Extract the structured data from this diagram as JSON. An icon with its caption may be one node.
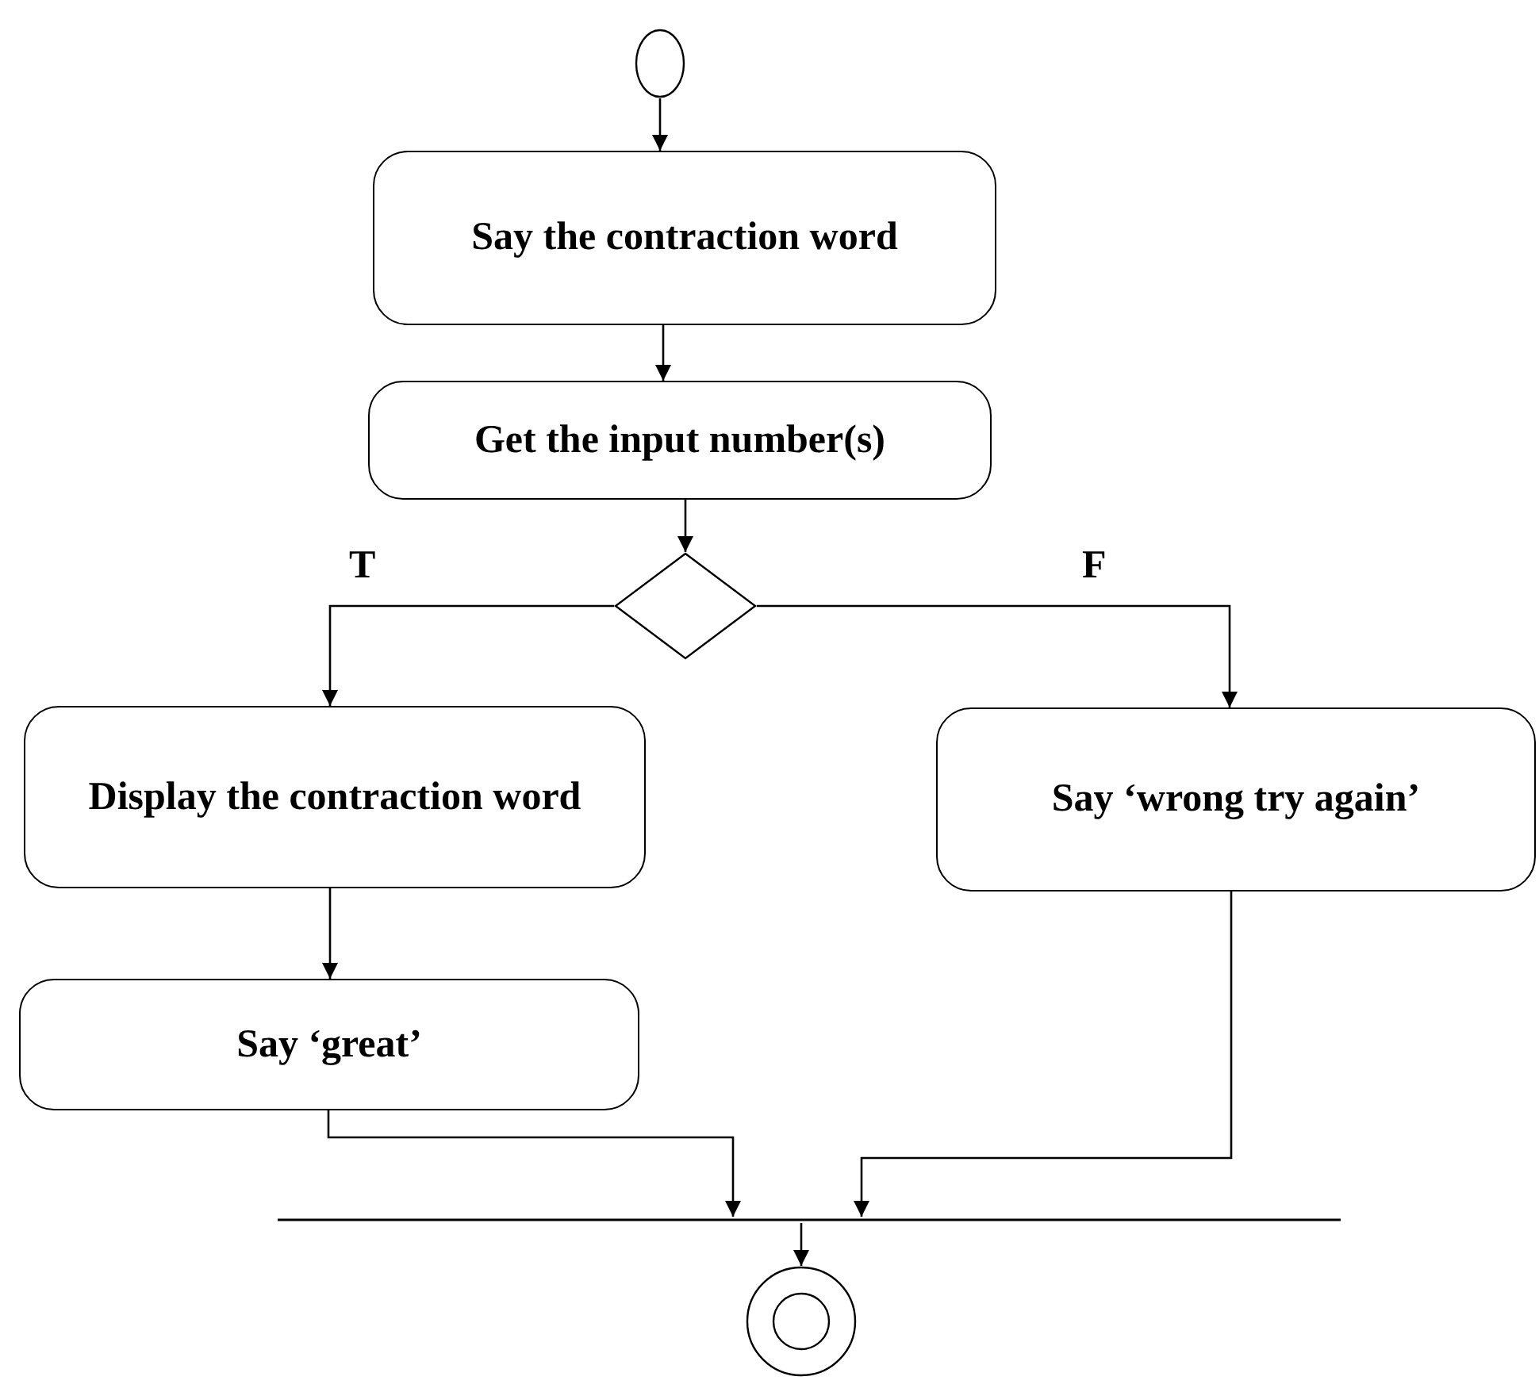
{
  "diagram": {
    "nodes": [
      {
        "text": [],
        "shape": "circle"
      },
      {
        "text": [
          "Say the contraction word"
        ]
      },
      {
        "text": [
          "Get the input number(s)"
        ]
      },
      {
        "text": [],
        "shape": "diamond"
      },
      {
        "text": [
          "Display the contraction word"
        ]
      },
      {
        "text": [
          "Say ‘wrong try again’"
        ]
      },
      {
        "text": [
          "Say ‘great’"
        ]
      },
      {
        "text": [],
        "shape": "bar"
      },
      {
        "text": [],
        "shape": "bullseye"
      }
    ],
    "edges": [
      {
        "from": 0,
        "to": 1,
        "arrow": "to"
      },
      {
        "from": 1,
        "to": 2,
        "arrow": "to"
      },
      {
        "from": 2,
        "to": 3,
        "arrow": "to"
      },
      {
        "from": 3,
        "to": 4,
        "arrow": "to",
        "label": "T"
      },
      {
        "from": 3,
        "to": 5,
        "arrow": "to",
        "label": "F"
      },
      {
        "from": 4,
        "to": 6,
        "arrow": "to"
      },
      {
        "from": 6,
        "to": 7,
        "arrow": "to"
      },
      {
        "from": 5,
        "to": 7,
        "arrow": "to"
      },
      {
        "from": 7,
        "to": 8,
        "arrow": "to"
      }
    ]
  }
}
